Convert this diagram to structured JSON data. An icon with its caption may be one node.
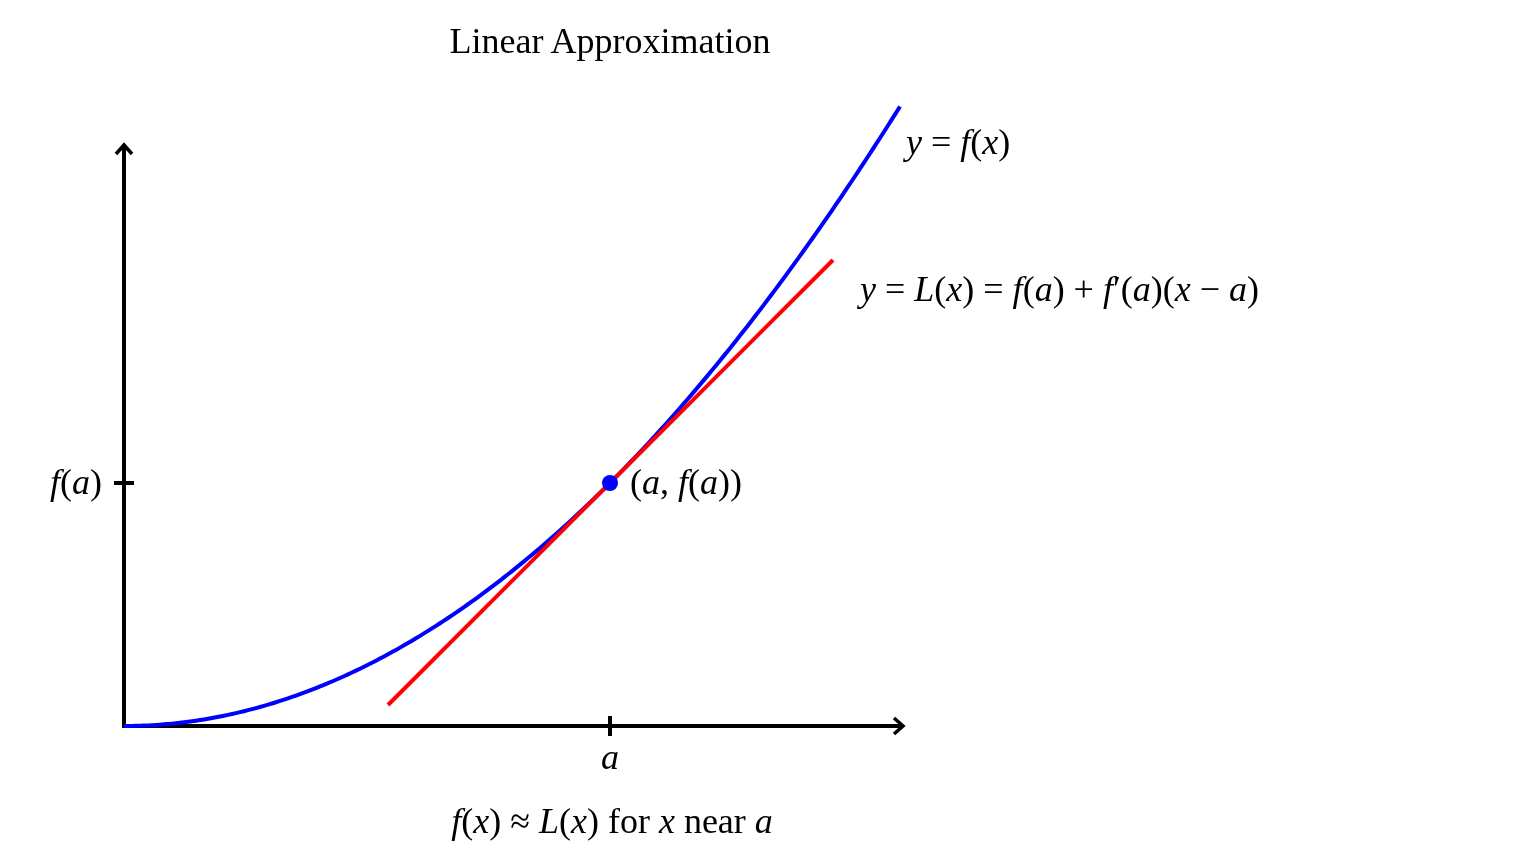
{
  "diagram": {
    "title": "Linear Approximation",
    "caption": "*f*(*x*) ≈ *L*(*x*) for *x* near *a*",
    "labels": [
      "*y* = *f*(*x*)",
      "*y* = *L*(*x*) = *f*(*a*) + *f*′(*a*)(*x* − *a*)",
      "*f*(*a*)",
      "(*a*, *f*(*a*))",
      "*a*"
    ]
  }
}
